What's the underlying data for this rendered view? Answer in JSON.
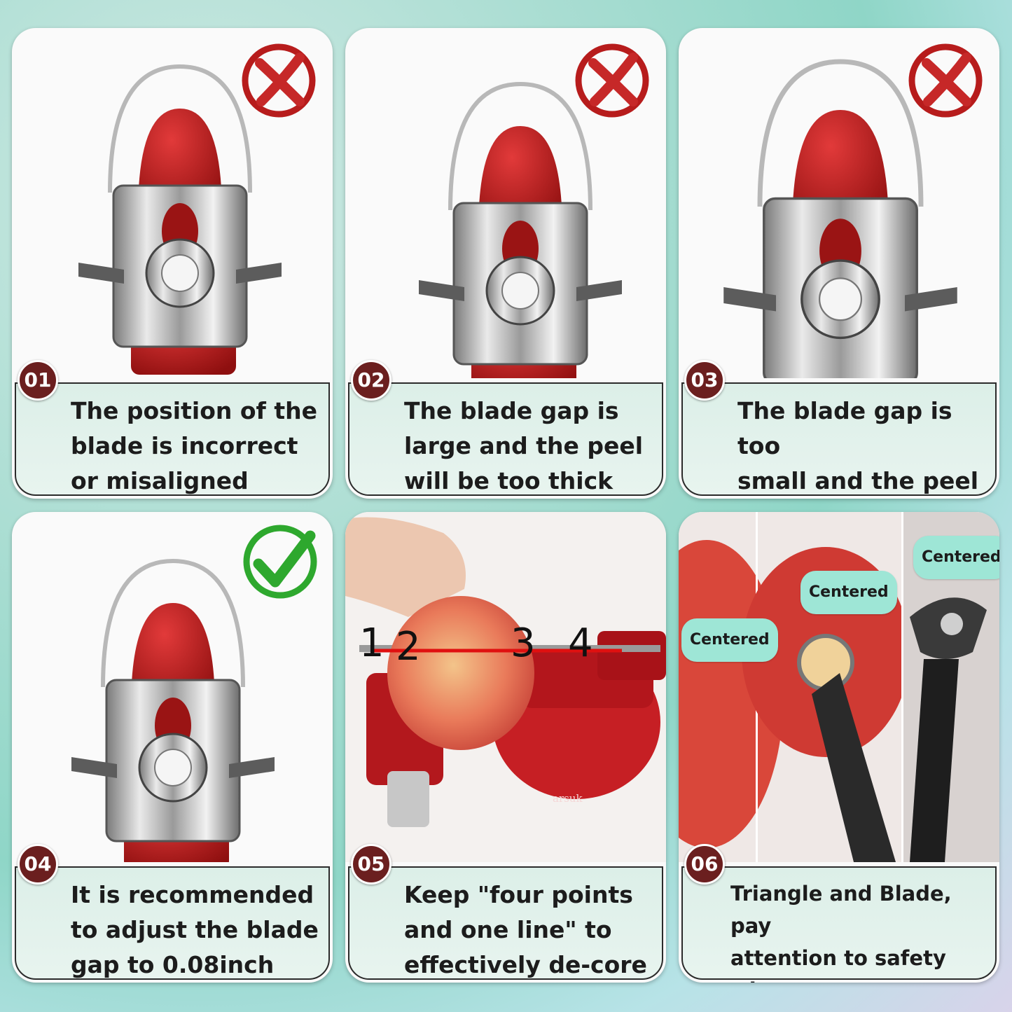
{
  "panels": [
    {
      "number": "01",
      "status": "incorrect",
      "status_icon": "x-circle-icon",
      "caption": "The position of the\nblade is incorrect\nor misaligned"
    },
    {
      "number": "02",
      "status": "incorrect",
      "status_icon": "x-circle-icon",
      "caption": "The blade gap is\nlarge and the peel\nwill be too thick"
    },
    {
      "number": "03",
      "status": "incorrect",
      "status_icon": "x-circle-icon",
      "caption": "The blade gap is too\nsmall and the peel is\nnot clean"
    },
    {
      "number": "04",
      "status": "correct",
      "status_icon": "check-circle-icon",
      "caption": "It is recommended\nto adjust the blade\ngap to 0.08inch"
    },
    {
      "number": "05",
      "caption": "Keep \"four points\nand one line\" to\neffectively de-core",
      "points": [
        "1",
        "2",
        "3",
        "4"
      ],
      "brand": "arsuk"
    },
    {
      "number": "06",
      "caption": "Triangle and Blade, pay\nattention to safety when\nusing and cleaning",
      "centered_labels": [
        "Centered",
        "Centered",
        "Centered"
      ]
    }
  ],
  "colors": {
    "incorrect": "#b71c1c",
    "correct": "#2ea82e",
    "badge": "#6b1f1f",
    "caption_bg": "#e3f2ec"
  }
}
